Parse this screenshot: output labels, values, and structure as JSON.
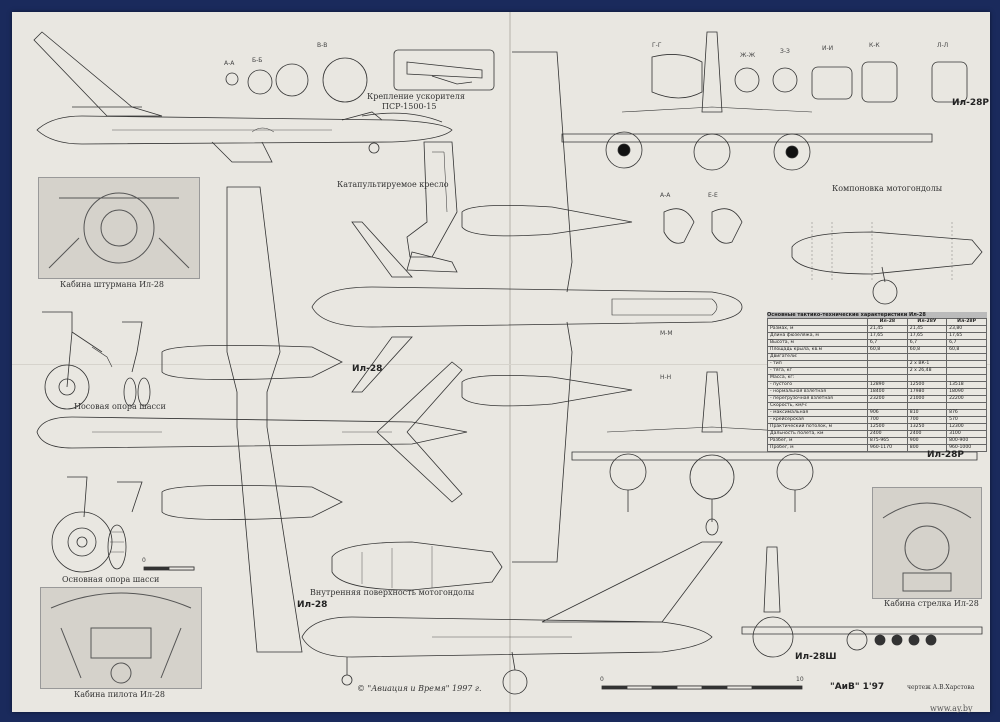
{
  "captions": {
    "booster": "Крепление ускорителя",
    "booster2": "ПСР-1500-15",
    "seat": "Катапультируемое кресло",
    "navigator": "Кабина штурмана Ил-28",
    "nose_gear": "Носовая опора шасси",
    "main_gear": "Основная опора шасси",
    "pilot": "Кабина пилота Ил-28",
    "nacelle": "Компоновка мотогондолы",
    "nacelle_inner": "Внутренняя поверхность мотогондолы",
    "gunner": "Кабина стрелка Ил-28",
    "copyright": "© \"Авиация и Время\" 1997 г.",
    "avv": "\"АиВ\" 1'97",
    "drawn_by": "чертеж А.В.Харстова",
    "watermark": "www.ay.by"
  },
  "model_labels": {
    "il28_a": "Ил-28",
    "il28_b": "Ил-28",
    "il28r_a": "Ил-28Р",
    "il28r_b": "Ил-28Р",
    "il28sh": "Ил-28Ш"
  },
  "section_labels": {
    "aa": "А-А",
    "bb": "Б-Б",
    "vv": "В-В",
    "gg": "Г-Г",
    "zhzh": "Ж-Ж",
    "zz": "З-З",
    "ii": "И-И",
    "kk": "К-К",
    "ll": "Л-Л",
    "aa2": "А-А",
    "ee": "Е-Е",
    "mm": "М-М",
    "nn": "Н-Н"
  },
  "scale": {
    "zero": "0",
    "ten": "10"
  },
  "spec_table": {
    "title": "Основные тактико-технические характеристики Ил-28",
    "headers": [
      "",
      "Ил-28",
      "Ил-28У",
      "Ил-28Р"
    ],
    "rows": [
      [
        "Размах, м",
        "21,45",
        "21,45",
        "23,80"
      ],
      [
        "Длина фюзеляжа, м",
        "17,65",
        "17,65",
        "17,65"
      ],
      [
        "Высота, м",
        "6,7",
        "6,7",
        "6,7"
      ],
      [
        "Площадь крыла, кв.м",
        "60,8",
        "60,8",
        "60,8"
      ],
      [
        "Двигатели:",
        "",
        "",
        ""
      ],
      [
        "- тип",
        "",
        "2 х ВК-1",
        ""
      ],
      [
        "- тяга, кг",
        "",
        "2 х 26,48",
        ""
      ],
      [
        "Масса, кг:",
        "",
        "",
        ""
      ],
      [
        "- пустого",
        "12890",
        "12500",
        "13518"
      ],
      [
        "- нормальная взлетная",
        "18400",
        "17980",
        "18090"
      ],
      [
        "- перегрузочная взлетная",
        "23200",
        "21000",
        "22200"
      ],
      [
        "Скорость, км/ч:",
        "",
        "",
        ""
      ],
      [
        "- максимальная",
        "906",
        "810",
        "876"
      ],
      [
        "- крейсерская",
        "700",
        "700",
        "570"
      ],
      [
        "Практический потолок, м",
        "12500",
        "13250",
        "12300"
      ],
      [
        "Дальность полета, км",
        "2400",
        "2400",
        "3100"
      ],
      [
        "Разбег, м",
        "875-965",
        "900",
        "800-900"
      ],
      [
        "Пробег, м",
        "960-1170",
        "800",
        "960-1000"
      ]
    ]
  }
}
